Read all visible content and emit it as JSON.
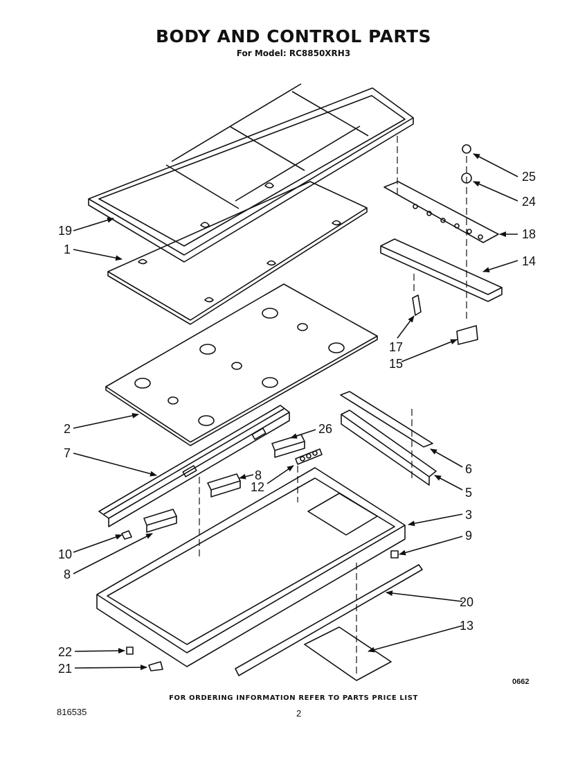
{
  "title": "BODY AND CONTROL PARTS",
  "subtitle": "For Model: RC8850XRH3",
  "footer_note": "FOR ORDERING INFORMATION REFER TO PARTS PRICE LIST",
  "document_number": "816535",
  "page_number": "2",
  "drawing_code": "0662",
  "callouts": [
    {
      "id": "c19",
      "label": "19"
    },
    {
      "id": "c1",
      "label": "1"
    },
    {
      "id": "c2",
      "label": "2"
    },
    {
      "id": "c7",
      "label": "7"
    },
    {
      "id": "c26",
      "label": "26"
    },
    {
      "id": "c8a",
      "label": "8"
    },
    {
      "id": "c12",
      "label": "12"
    },
    {
      "id": "c10",
      "label": "10"
    },
    {
      "id": "c8b",
      "label": "8"
    },
    {
      "id": "c25",
      "label": "25"
    },
    {
      "id": "c24",
      "label": "24"
    },
    {
      "id": "c18",
      "label": "18"
    },
    {
      "id": "c14",
      "label": "14"
    },
    {
      "id": "c17",
      "label": "17"
    },
    {
      "id": "c15",
      "label": "15"
    },
    {
      "id": "c6",
      "label": "6"
    },
    {
      "id": "c5",
      "label": "5"
    },
    {
      "id": "c3",
      "label": "3"
    },
    {
      "id": "c9",
      "label": "9"
    },
    {
      "id": "c20",
      "label": "20"
    },
    {
      "id": "c13",
      "label": "13"
    },
    {
      "id": "c22",
      "label": "22"
    },
    {
      "id": "c21",
      "label": "21"
    }
  ]
}
